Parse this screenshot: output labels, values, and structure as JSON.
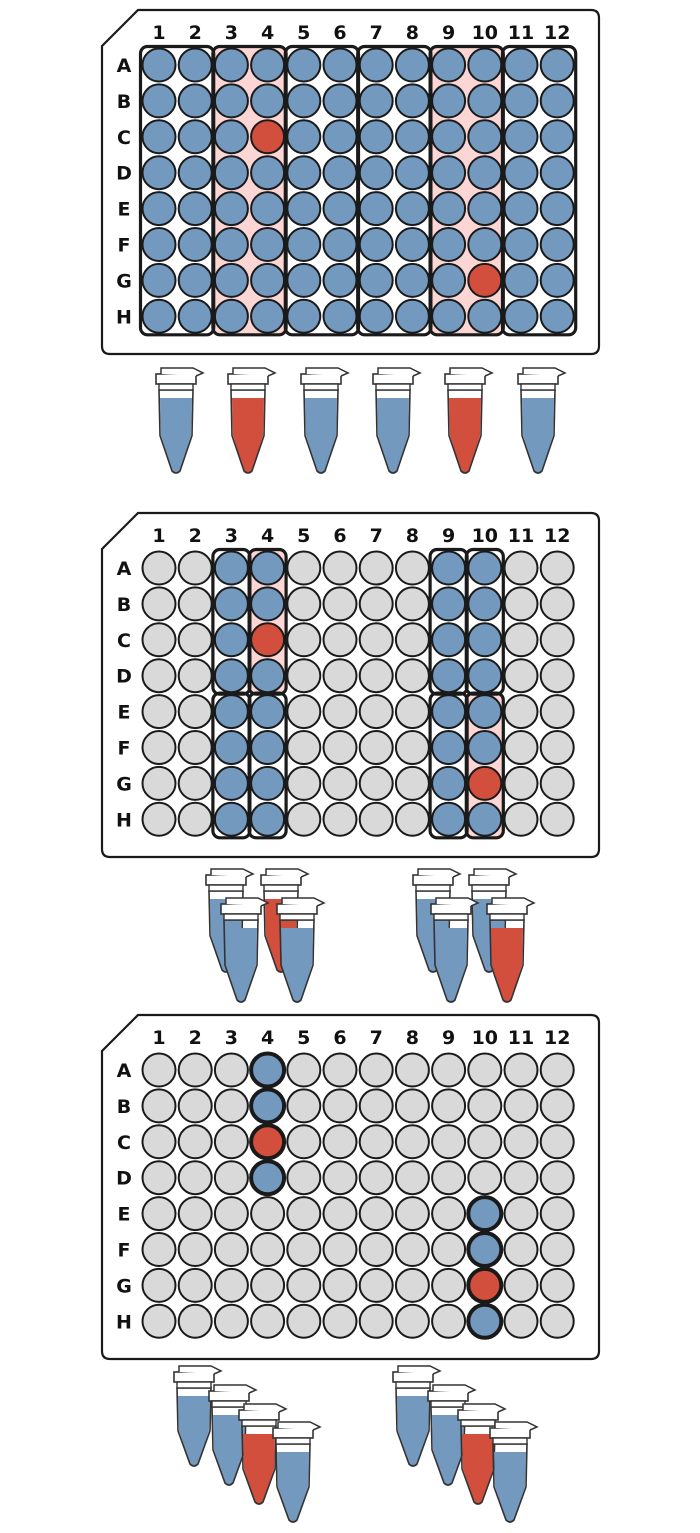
{
  "columns": [
    "1",
    "2",
    "3",
    "4",
    "5",
    "6",
    "7",
    "8",
    "9",
    "10",
    "11",
    "12"
  ],
  "rows": [
    "A",
    "B",
    "C",
    "D",
    "E",
    "F",
    "G",
    "H"
  ],
  "colors": {
    "sample": "#7399bf",
    "positive": "#d24e3d",
    "empty": "#d9d9d9",
    "pool_highlight": "#fbd6d4",
    "outline": "#1a1a1a"
  },
  "stages": [
    {
      "filled": "all",
      "positives": [
        [
          2,
          3
        ],
        [
          6,
          9
        ]
      ],
      "pool_groups": [
        {
          "cols": [
            0,
            1
          ],
          "rows": [
            0,
            7
          ],
          "positive": false
        },
        {
          "cols": [
            2,
            3
          ],
          "rows": [
            0,
            7
          ],
          "positive": true
        },
        {
          "cols": [
            4,
            5
          ],
          "rows": [
            0,
            7
          ],
          "positive": false
        },
        {
          "cols": [
            6,
            7
          ],
          "rows": [
            0,
            7
          ],
          "positive": false
        },
        {
          "cols": [
            8,
            9
          ],
          "rows": [
            0,
            7
          ],
          "positive": true
        },
        {
          "cols": [
            10,
            11
          ],
          "rows": [
            0,
            7
          ],
          "positive": false
        }
      ],
      "tubes": [
        "sample",
        "positive",
        "sample",
        "sample",
        "positive",
        "sample"
      ]
    },
    {
      "filled_cols": [
        2,
        3,
        8,
        9
      ],
      "positives": [
        [
          2,
          3
        ],
        [
          6,
          9
        ]
      ],
      "pool_groups": [
        {
          "cols": [
            2,
            2
          ],
          "rows": [
            0,
            3
          ],
          "positive": false
        },
        {
          "cols": [
            3,
            3
          ],
          "rows": [
            0,
            3
          ],
          "positive": true
        },
        {
          "cols": [
            2,
            2
          ],
          "rows": [
            4,
            7
          ],
          "positive": false
        },
        {
          "cols": [
            3,
            3
          ],
          "rows": [
            4,
            7
          ],
          "positive": false
        },
        {
          "cols": [
            8,
            8
          ],
          "rows": [
            0,
            3
          ],
          "positive": false
        },
        {
          "cols": [
            9,
            9
          ],
          "rows": [
            0,
            3
          ],
          "positive": false
        },
        {
          "cols": [
            8,
            8
          ],
          "rows": [
            4,
            7
          ],
          "positive": false
        },
        {
          "cols": [
            9,
            9
          ],
          "rows": [
            4,
            7
          ],
          "positive": true
        }
      ],
      "tube_sets": [
        [
          "sample",
          "positive",
          "sample",
          "sample"
        ],
        [
          "sample",
          "sample",
          "sample",
          "positive"
        ]
      ]
    },
    {
      "bold_wells": [
        [
          0,
          3
        ],
        [
          1,
          3
        ],
        [
          2,
          3
        ],
        [
          3,
          3
        ],
        [
          4,
          9
        ],
        [
          5,
          9
        ],
        [
          6,
          9
        ],
        [
          7,
          9
        ]
      ],
      "positives": [
        [
          2,
          3
        ],
        [
          6,
          9
        ]
      ],
      "tube_sets": [
        [
          "sample",
          "sample",
          "positive",
          "sample"
        ],
        [
          "sample",
          "sample",
          "positive",
          "sample"
        ]
      ]
    }
  ]
}
